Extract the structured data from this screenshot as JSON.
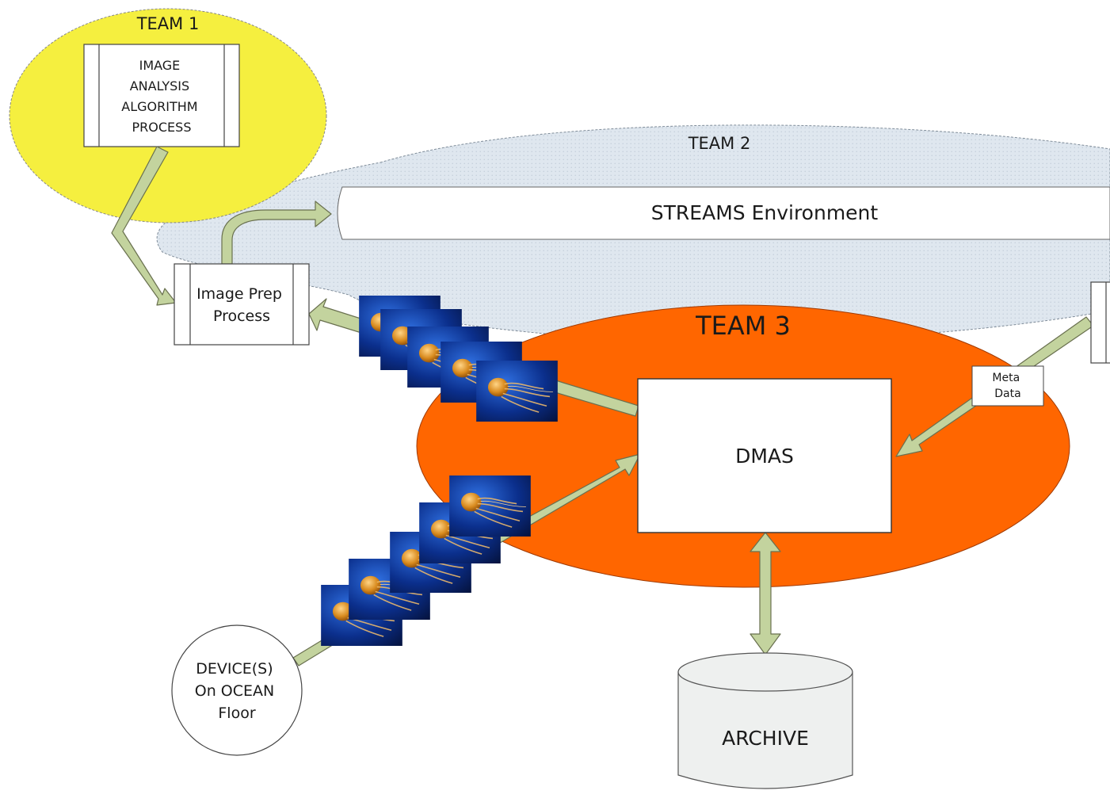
{
  "team1": {
    "label": "TEAM 1",
    "process_lines": [
      "IMAGE",
      "ANALYSIS",
      "ALGORITHM",
      "PROCESS"
    ]
  },
  "team2": {
    "label": "TEAM 2",
    "streams_label": "STREAMS Environment"
  },
  "team3": {
    "label": "TEAM 3",
    "dmas_label": "DMAS",
    "metadata_lines": [
      "Meta",
      "Data"
    ]
  },
  "image_prep": {
    "lines": [
      "Image Prep",
      "Process"
    ]
  },
  "device": {
    "lines": [
      "DEVICE(S)",
      "On OCEAN",
      "Floor"
    ]
  },
  "archive": {
    "label": "ARCHIVE"
  },
  "colors": {
    "team1_fill": "#f5ef3f",
    "team2_fill": "#dfe7ef",
    "team3_fill": "#ff6600",
    "arrow_fill": "#c3d39e",
    "arrow_stroke": "#69704f",
    "archive_fill": "#eef0ef"
  },
  "icons": {
    "thumbnail": "jellyfish-image-icon"
  }
}
